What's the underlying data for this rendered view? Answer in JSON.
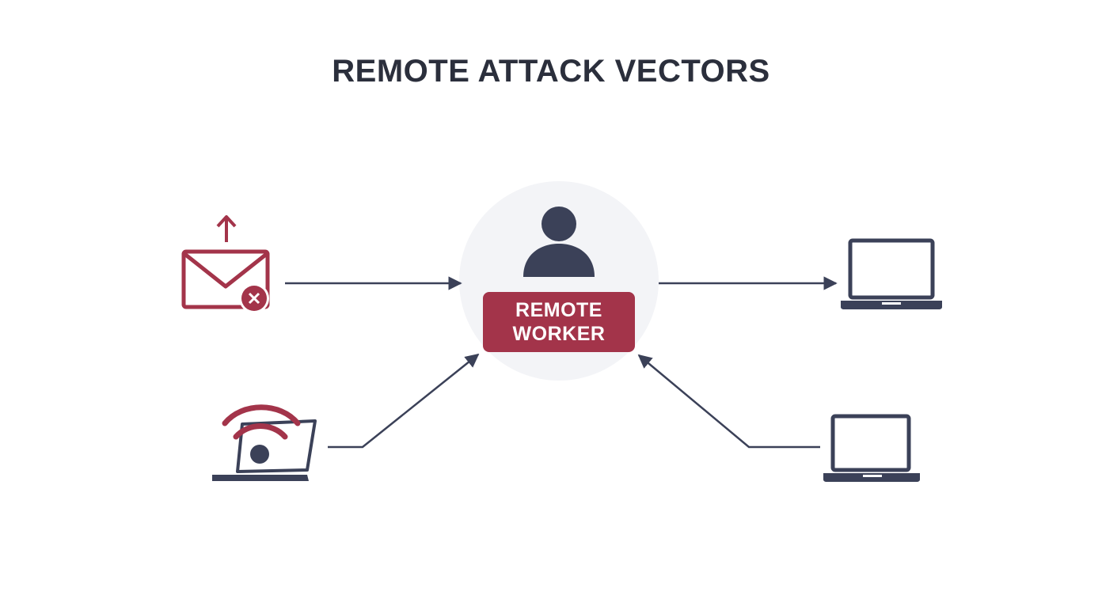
{
  "title": "REMOTE ATTACK VECTORS",
  "center": {
    "label_line1": "REMOTE",
    "label_line2": "WORKER",
    "icon": "person-icon"
  },
  "nodes": [
    {
      "id": "phishing-email",
      "icon": "email-error-upload-icon"
    },
    {
      "id": "insecure-wifi",
      "icon": "laptop-wifi-icon"
    },
    {
      "id": "device-top-right",
      "icon": "laptop-icon"
    },
    {
      "id": "device-bottom-right",
      "icon": "laptop-icon"
    }
  ],
  "colors": {
    "accent": "#a3344a",
    "dark": "#3b4158",
    "title": "#2b2f3c",
    "circle": "#f3f4f7"
  }
}
